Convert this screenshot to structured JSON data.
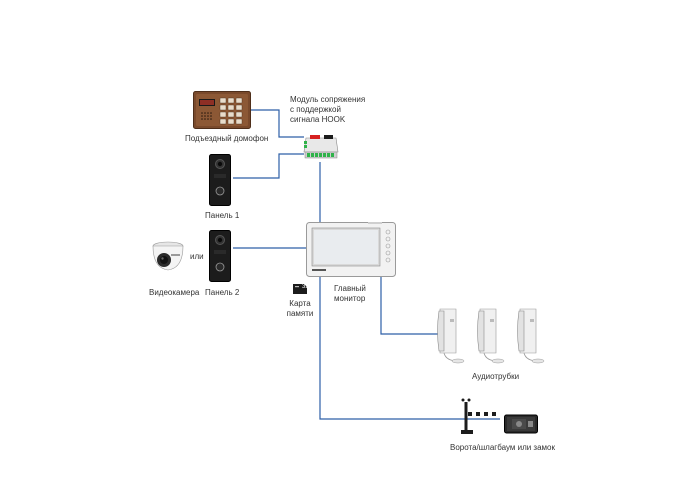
{
  "colors": {
    "wire": "#2d5fa8",
    "device_body": "#f2f2f2",
    "panel_body": "#1c1c1c",
    "bronze": "#7a4a2c",
    "led_green": "#2fb34a",
    "accent_red": "#d62020"
  },
  "labels": {
    "entrance_intercom": "Подъездный домофон",
    "interface_module": [
      "Модуль сопряжения",
      "с поддержкой",
      "сигнала HOOK"
    ],
    "panel1": "Панель 1",
    "panel2": "Панель 2",
    "or": "или",
    "camera": "Видеокамера",
    "memory_card": [
      "Карта",
      "памяти"
    ],
    "main_monitor": [
      "Главный",
      "монитор"
    ],
    "handsets": "Аудиотрубки",
    "gate": "Ворота/шлагбаум или замок"
  },
  "icons": {
    "entrance_intercom": "apartment-intercom-panel-icon",
    "interface_module": "interface-module-icon",
    "panel1": "call-panel-icon",
    "panel2": "call-panel-icon",
    "camera": "dome-camera-icon",
    "memory_card": "microsd-card-icon",
    "main_monitor": "video-monitor-icon",
    "handsets": "intercom-handset-icon",
    "barrier": "barrier-gate-icon",
    "lock": "electric-lock-icon"
  },
  "memory_card_text": "32"
}
